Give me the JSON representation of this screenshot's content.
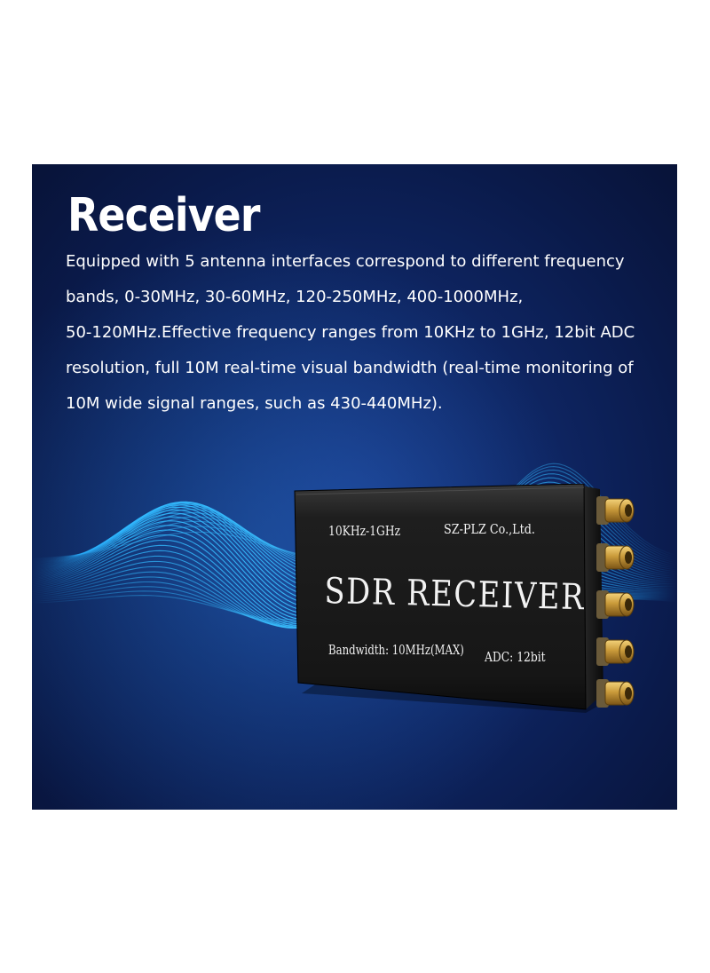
{
  "banner": {
    "title": "Receiver",
    "description_lines": [
      "Equipped with 5 antenna interfaces correspond to different frequency",
      "bands, 0-30MHz, 30-60MHz, 120-250MHz, 400-1000MHz,",
      "50-120MHz.Effective frequency ranges from 10KHz to 1GHz, 12bit ADC",
      "resolution, full 10M real-time visual bandwidth (real-time monitoring of",
      "10M wide signal ranges, such as 430-440MHz)."
    ]
  },
  "device": {
    "freq_label": "10KHz-1GHz",
    "maker_label": "SZ-PLZ Co.,Ltd.",
    "name_label": "SDR RECEIVER",
    "bandwidth_label": "Bandwidth: 10MHz(MAX)",
    "adc_label": "ADC: 12bit",
    "antenna_connector_count": 5
  },
  "colors": {
    "background_dark": "#0a1a4a",
    "wave_cyan": "#2fb8ff",
    "device_body": "#1c1c1c",
    "connector_gold": "#c99a3a"
  }
}
